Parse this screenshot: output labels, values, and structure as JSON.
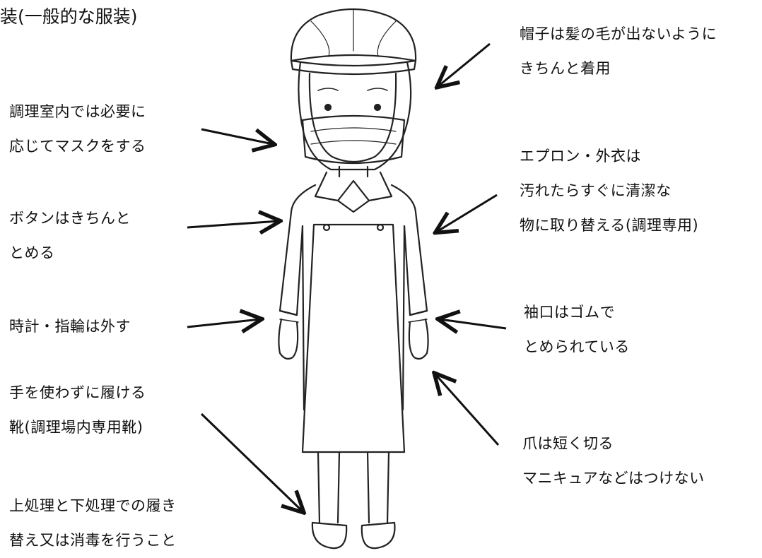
{
  "title": "装(一般的な服装)",
  "annotations": {
    "cap": [
      "帽子は髪の毛が出ないように",
      "きちんと着用"
    ],
    "mask": [
      "調理室内では必要に",
      "応じてマスクをする"
    ],
    "apron": [
      "エプロン・外衣は",
      "汚れたらすぐに清潔な",
      "物に取り替える(調理専用)"
    ],
    "buttons": [
      "ボタンはきちんと",
      "とめる"
    ],
    "watch": [
      "時計・指輪は外す"
    ],
    "cuffs": [
      "袖口はゴムで",
      "とめられている"
    ],
    "shoes": [
      "手を使わずに履ける",
      "靴(調理場内専用靴)"
    ],
    "nails": [
      "爪は短く切る",
      "マニキュアなどはつけない"
    ],
    "change": [
      "上処理と下処理での履き",
      "替え又は消毒を行うこと"
    ]
  }
}
